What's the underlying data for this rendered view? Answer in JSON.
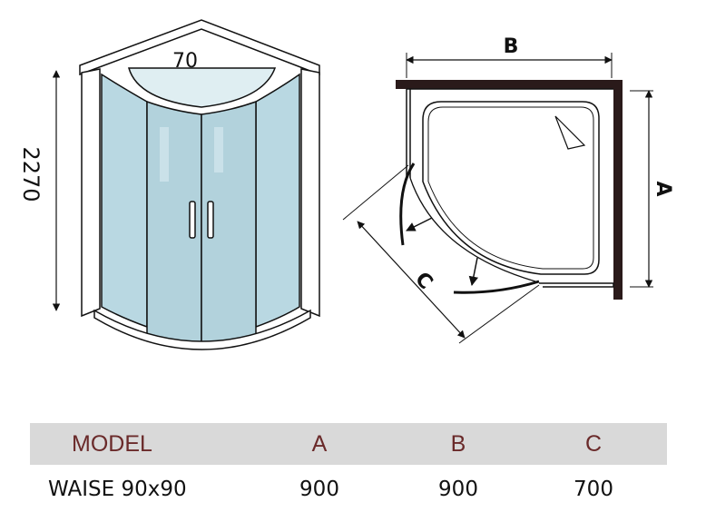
{
  "diagram": {
    "front_view": {
      "height_label": "2270",
      "top_width_label": "70"
    },
    "plan_view": {
      "dim_a_label": "A",
      "dim_b_label": "B",
      "dim_c_label": "C"
    }
  },
  "table": {
    "headers": {
      "model": "MODEL",
      "a": "A",
      "b": "B",
      "c": "C"
    },
    "rows": [
      {
        "model": "WAISE 90x90",
        "a": "900",
        "b": "900",
        "c": "700"
      }
    ]
  }
}
